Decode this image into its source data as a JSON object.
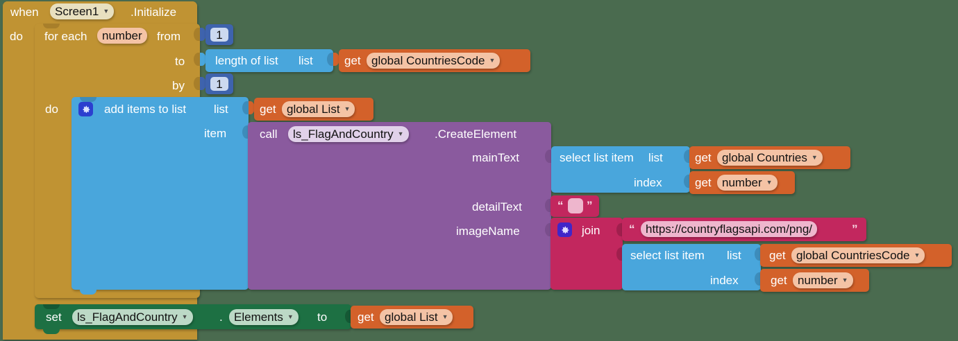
{
  "canvas": {
    "background_color": "#4a6b4f",
    "editor": "MIT App Inventor Blocks"
  },
  "blocks": {
    "event": {
      "keyword": "when",
      "component": "Screen1",
      "method": ".Initialize",
      "body_label": "do",
      "color": "#c09333"
    },
    "for_each": {
      "keyword": "for each",
      "variable": "number",
      "from_label": "from",
      "to_label": "to",
      "by_label": "by",
      "body_label": "do",
      "from_value": "1",
      "by_value": "1",
      "color": "#c09333"
    },
    "length_of_list": {
      "label": "length of list",
      "arg_label": "list",
      "color": "#49a6dc",
      "value": {
        "keyword": "get",
        "variable": "global CountriesCode",
        "color": "#d3612a"
      }
    },
    "add_items_to_list": {
      "label": "add items to list",
      "mutator_icon": "gear-icon",
      "list_label": "list",
      "item_label": "item",
      "color": "#49a6dc",
      "list_value": {
        "keyword": "get",
        "variable": "global List",
        "color": "#d3612a"
      }
    },
    "call_method": {
      "keyword": "call",
      "component": "ls_FlagAndCountry",
      "method": ".CreateElement",
      "color": "#8a5a9e",
      "params": [
        {
          "name": "mainText"
        },
        {
          "name": "detailText"
        },
        {
          "name": "imageName"
        }
      ]
    },
    "select_main_text": {
      "label": "select list item",
      "list_label": "list",
      "index_label": "index",
      "color": "#49a6dc",
      "list_value": {
        "keyword": "get",
        "variable": "global Countries"
      },
      "index_value": {
        "keyword": "get",
        "variable": "number"
      }
    },
    "detail_text_string": {
      "open_quote": "“",
      "close_quote": "”",
      "value": "",
      "color": "#c2275e"
    },
    "join": {
      "label": "join",
      "mutator_icon": "gear-icon",
      "color": "#c2275e",
      "string_arg": {
        "open_quote": "“",
        "close_quote": "”",
        "value": "https://countryflagsapi.com/png/"
      }
    },
    "select_image_code": {
      "label": "select list item",
      "list_label": "list",
      "index_label": "index",
      "color": "#49a6dc",
      "list_value": {
        "keyword": "get",
        "variable": "global CountriesCode"
      },
      "index_value": {
        "keyword": "get",
        "variable": "number"
      }
    },
    "set_elements": {
      "keyword": "set",
      "component": "ls_FlagAndCountry",
      "dot": ".",
      "property": "Elements",
      "to_label": "to",
      "color": "#1d7043",
      "value": {
        "keyword": "get",
        "variable": "global List",
        "color": "#d3612a"
      }
    }
  }
}
